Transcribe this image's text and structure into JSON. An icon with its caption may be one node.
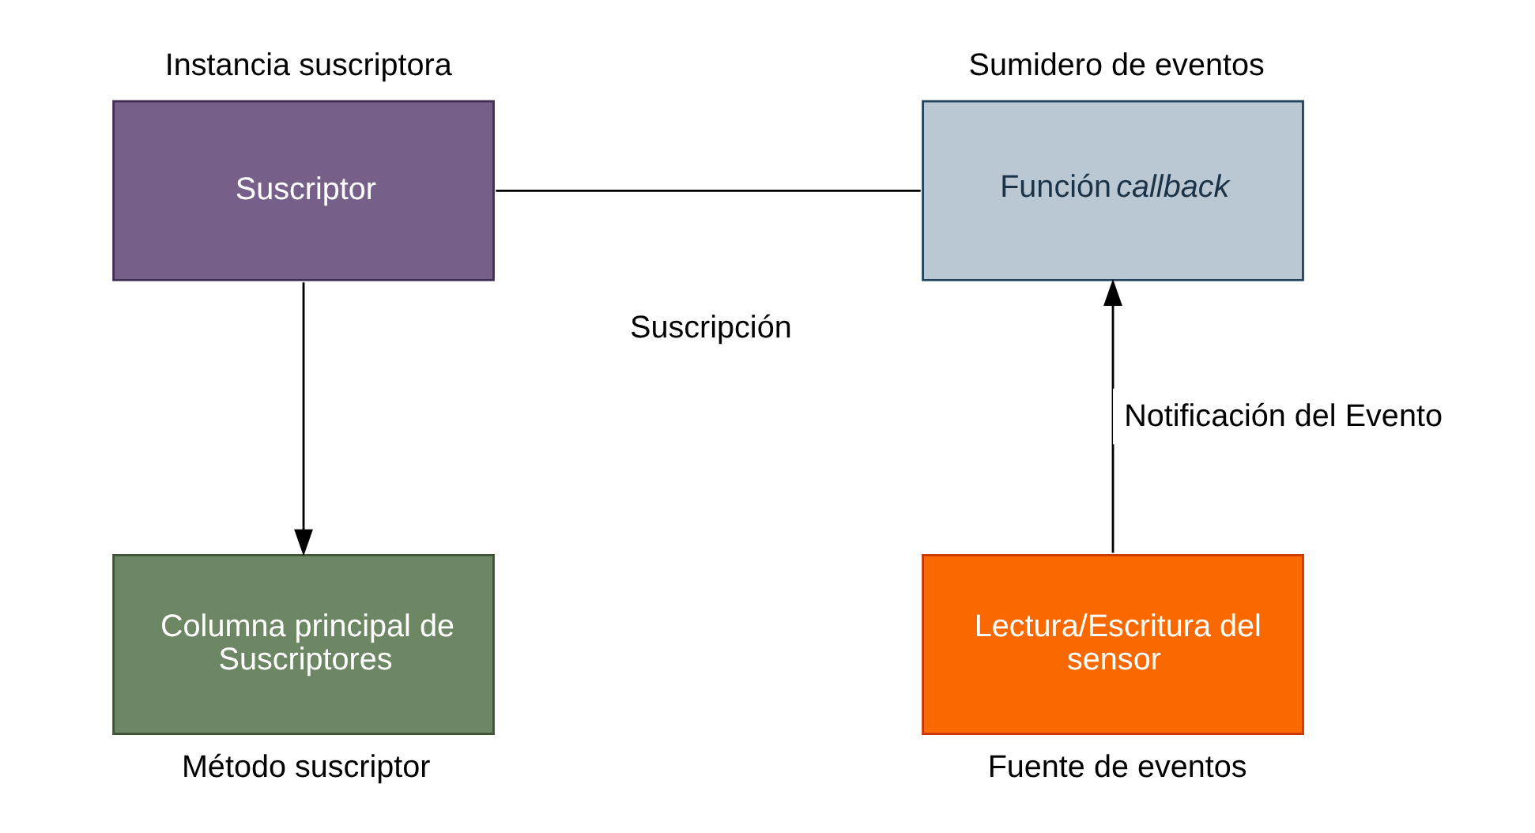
{
  "diagram": {
    "nodes": [
      {
        "text": [
          "Suscriptor"
        ],
        "beside": [
          "Instancia suscriptora"
        ]
      },
      {
        "text": [
          "Función *callback*"
        ],
        "beside": [
          "Sumidero de eventos"
        ]
      },
      {
        "text": [
          "Columna principal de Suscriptores"
        ],
        "beside": [
          "Método suscriptor"
        ]
      },
      {
        "text": [
          "Lectura/Escritura del sensor"
        ],
        "beside": [
          "Fuente de eventos"
        ]
      }
    ],
    "edges": [
      {
        "from": 0,
        "to": 1,
        "arrow": "none",
        "label": "Suscripción"
      },
      {
        "from": 0,
        "to": 2,
        "arrow": "to"
      },
      {
        "from": 3,
        "to": 1,
        "arrow": "to",
        "label": "Notificación del Evento"
      }
    ]
  }
}
